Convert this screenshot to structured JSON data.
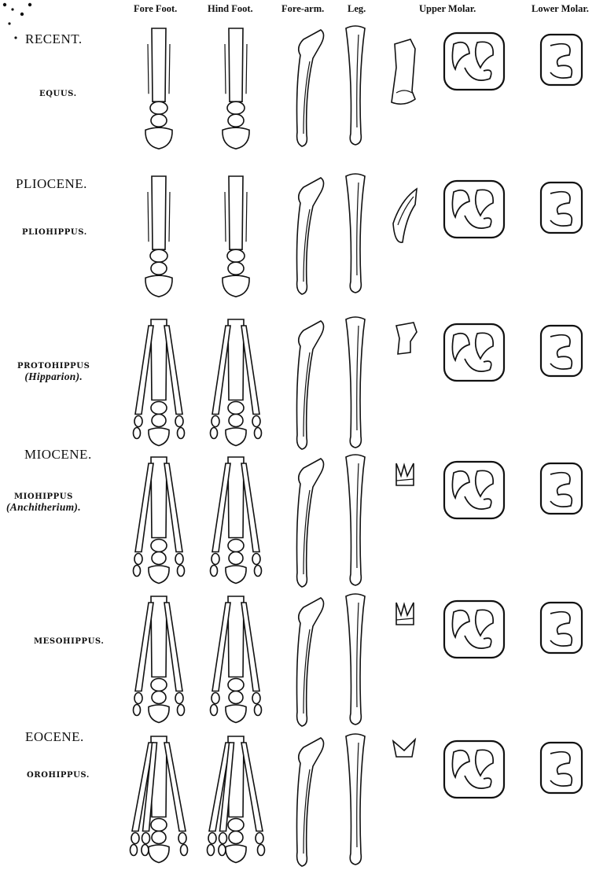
{
  "headers": {
    "fore_foot": "Fore Foot.",
    "hind_foot": "Hind Foot.",
    "fore_arm": "Fore-arm.",
    "leg": "Leg.",
    "upper_molar": "Upper Molar.",
    "lower_molar": "Lower Molar."
  },
  "epochs": {
    "recent": "RECENT.",
    "pliocene": "PLIOCENE.",
    "miocene": "MIOCENE.",
    "eocene": "EOCENE."
  },
  "genera": {
    "equus": "EQUUS.",
    "pliohippus": "PLIOHIPPUS.",
    "protohippus": "PROTOHIPPUS",
    "protohippus_alt": "(Hipparion).",
    "miohippus": "MIOHIPPUS",
    "miohippus_alt": "(Anchitherium).",
    "mesohippus": "MESOHIPPUS.",
    "orohippus": "OROHIPPUS."
  },
  "rows": [
    {
      "genus": "EQUUS.",
      "toes": 1
    },
    {
      "genus": "PLIOHIPPUS.",
      "toes": 1
    },
    {
      "genus": "PROTOHIPPUS",
      "toes": 3
    },
    {
      "genus": "MIOHIPPUS",
      "toes": 3
    },
    {
      "genus": "MESOHIPPUS.",
      "toes": 3
    },
    {
      "genus": "OROHIPPUS.",
      "toes": 4
    }
  ]
}
